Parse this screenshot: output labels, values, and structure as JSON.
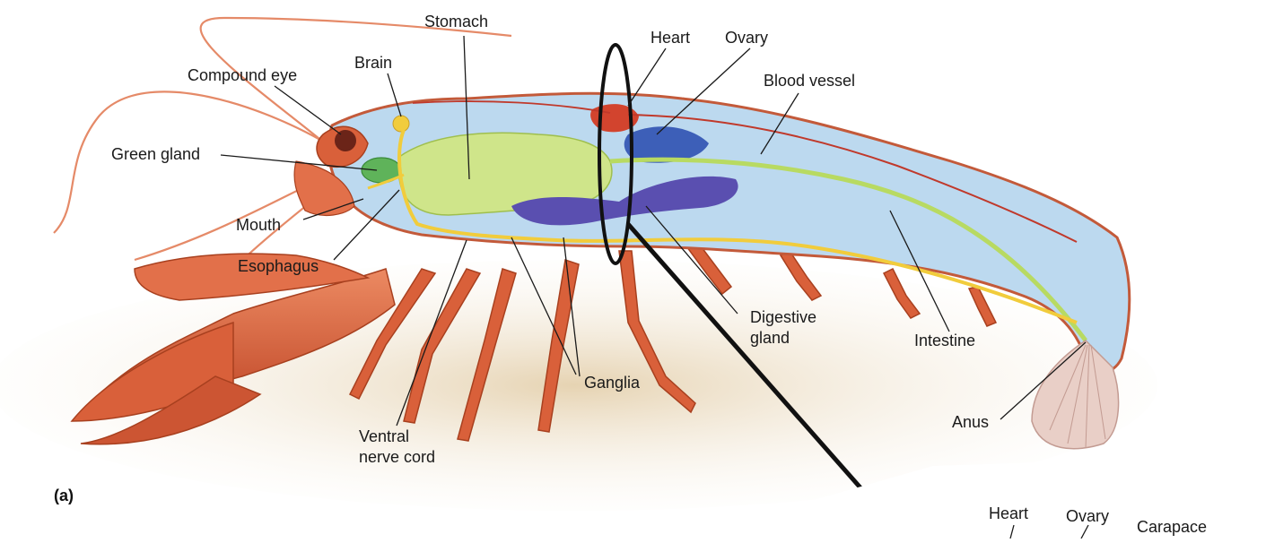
{
  "panel_label": "(a)",
  "labels": {
    "stomach": "Stomach",
    "heart": "Heart",
    "ovary": "Ovary",
    "brain": "Brain",
    "compound_eye": "Compound eye",
    "blood_vessel": "Blood vessel",
    "green_gland": "Green gland",
    "mouth": "Mouth",
    "esophagus": "Esophagus",
    "digestive_gland_1": "Digestive",
    "digestive_gland_2": "gland",
    "intestine": "Intestine",
    "ganglia": "Ganglia",
    "ventral_nerve_cord_1": "Ventral",
    "ventral_nerve_cord_2": "nerve cord",
    "anus": "Anus"
  },
  "inset_labels": {
    "heart": "Heart",
    "ovary": "Ovary",
    "carapace": "Carapace"
  },
  "colors": {
    "body_fill": "#bcd9ef",
    "shell": "#e2704a",
    "shell_dark": "#b84a2a",
    "stomach": "#cfe58a",
    "digestive_gland": "#5a4fb0",
    "ovary": "#3d5fb8",
    "heart": "#d2442e",
    "nerve": "#f1cc3c",
    "sand": "#ead9bd"
  }
}
